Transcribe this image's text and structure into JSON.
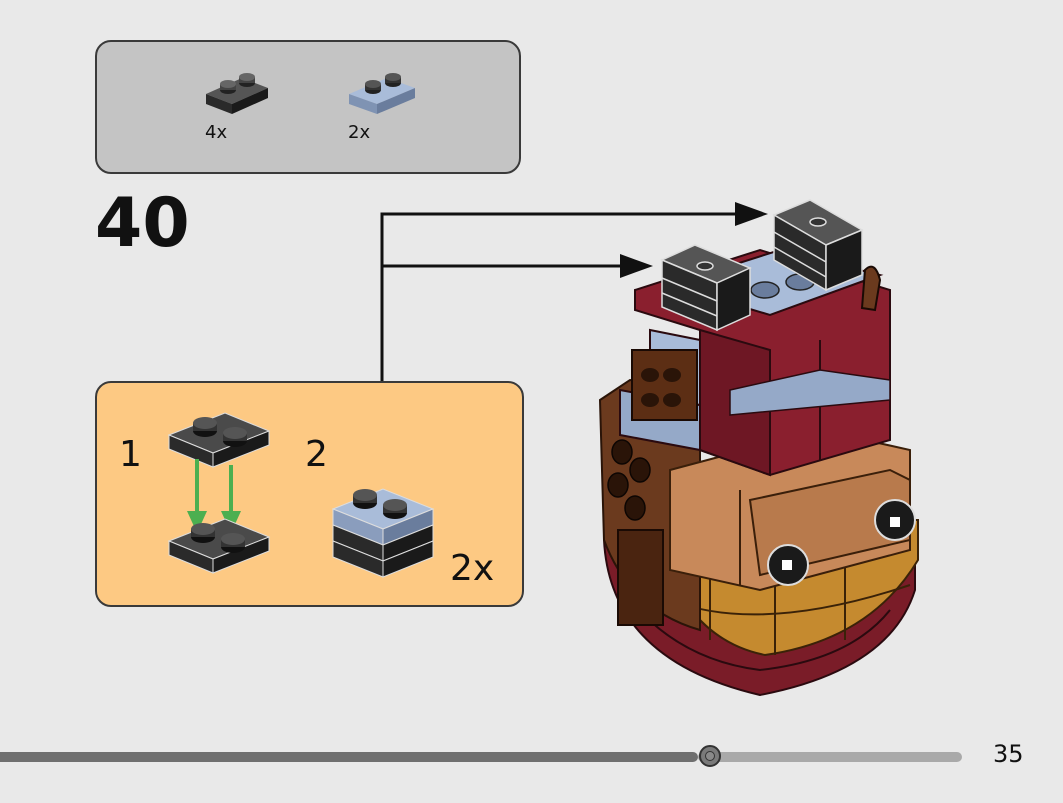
{
  "parts_list": {
    "items": [
      {
        "part": "dark-gray-plate-1x2",
        "color": "#3b3b3b",
        "quantity": "4x"
      },
      {
        "part": "light-blue-plate-1x2",
        "color": "#95a9c8",
        "quantity": "2x"
      }
    ]
  },
  "step": {
    "number": "40"
  },
  "sub_assembly": {
    "background": "#fdc983",
    "steps": [
      {
        "label": "1"
      },
      {
        "label": "2"
      }
    ],
    "multiplier": "2x",
    "arrow_color": "#4caf50"
  },
  "model": {
    "colors": {
      "dark_red": "#8a1f2e",
      "brown": "#6b3a1e",
      "tan": "#c8895a",
      "gold": "#c58a2f",
      "light_blue": "#95a9c8",
      "dark_gray": "#3b3b3b"
    }
  },
  "footer": {
    "progress_fraction": 0.726,
    "page_number": "35"
  }
}
